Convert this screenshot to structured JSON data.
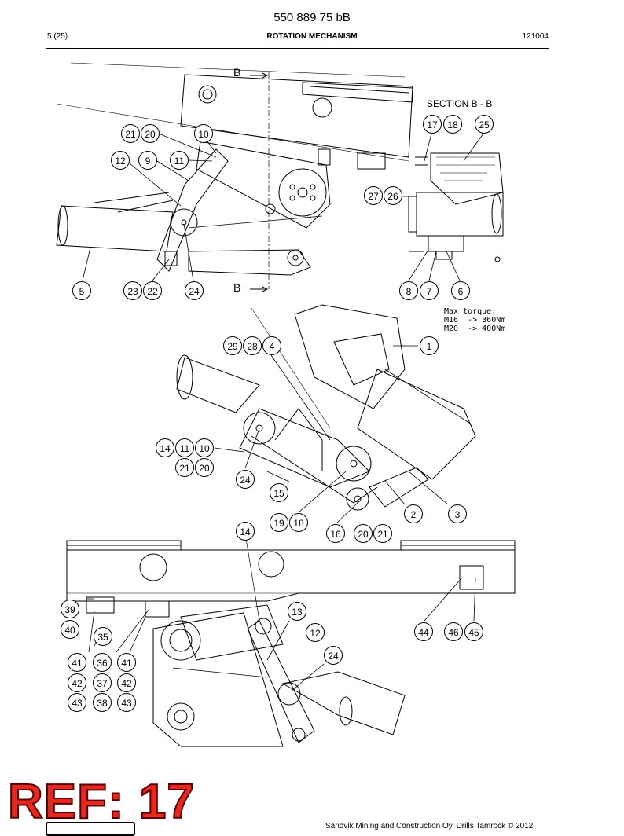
{
  "header": {
    "doc_number": "550 889 75 bB",
    "page": "5 (25)",
    "title": "ROTATION MECHANISM",
    "code": "121004"
  },
  "drawing": {
    "section_mark": "B",
    "section_label": "SECTION  B - B",
    "torque_note": {
      "heading": "Max torque:",
      "m16": "M16  -> 360Nm",
      "m20": "M20  -> 400Nm"
    }
  },
  "callouts": {
    "top_view": [
      "21",
      "20",
      "10",
      "12",
      "9",
      "11",
      "5",
      "23",
      "22",
      "24"
    ],
    "section_view": [
      "17",
      "18",
      "25",
      "27",
      "26",
      "8",
      "7",
      "6"
    ],
    "iso_view": [
      "29",
      "28",
      "4",
      "1",
      "14",
      "11",
      "10",
      "21",
      "20",
      "24",
      "15",
      "19",
      "18",
      "16",
      "20",
      "21",
      "2",
      "3"
    ],
    "bottom_view": [
      "14",
      "39",
      "40",
      "35",
      "13",
      "12",
      "44",
      "46",
      "45",
      "24",
      "41",
      "36",
      "41",
      "42",
      "37",
      "42",
      "43",
      "38",
      "43"
    ]
  },
  "footer": {
    "stamp": "REF: 17",
    "copyright": "Sandvik Mining and Construction Oy, Drills Tamrock © 2012"
  }
}
